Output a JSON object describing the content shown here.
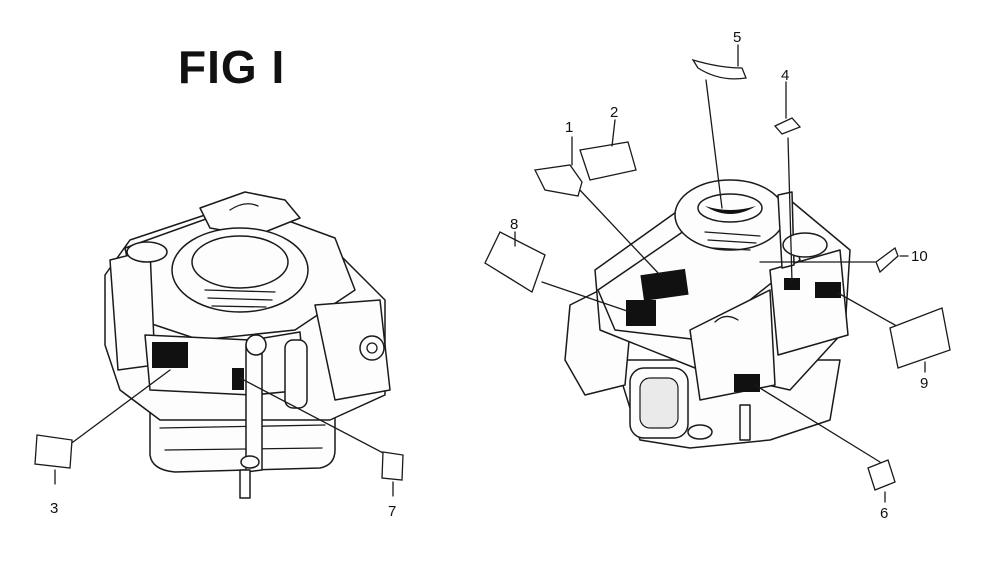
{
  "figure": {
    "title": "FIG I"
  },
  "callouts": {
    "c1": "1",
    "c2": "2",
    "c3": "3",
    "c4": "4",
    "c5": "5",
    "c6": "6",
    "c7": "7",
    "c8": "8",
    "c9": "9",
    "c10": "10"
  }
}
